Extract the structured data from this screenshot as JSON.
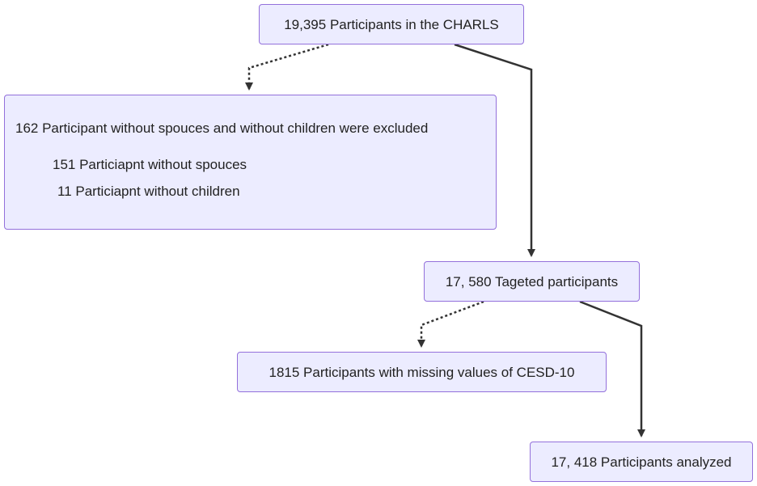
{
  "flowchart": {
    "nodes": {
      "total": "19,395 Participants in the CHARLS",
      "excluded_family": {
        "heading": "162 Participant without spouces and without children were excluded",
        "items": [
          "151 Particiapnt without spouces",
          "11 Particiapnt without children"
        ]
      },
      "targeted": "17, 580 Tageted participants",
      "missing_cesd": "1815 Participants with missing values of CESD-10",
      "analyzed": "17, 418 Participants analyzed"
    },
    "edges": [
      {
        "from": "total",
        "to": "excluded_family",
        "style": "dashed"
      },
      {
        "from": "total",
        "to": "targeted",
        "style": "solid"
      },
      {
        "from": "targeted",
        "to": "missing_cesd",
        "style": "dashed"
      },
      {
        "from": "targeted",
        "to": "analyzed",
        "style": "solid"
      }
    ],
    "colors": {
      "node_fill": "#ececff",
      "node_border": "#9370db",
      "edge": "#333333"
    }
  }
}
